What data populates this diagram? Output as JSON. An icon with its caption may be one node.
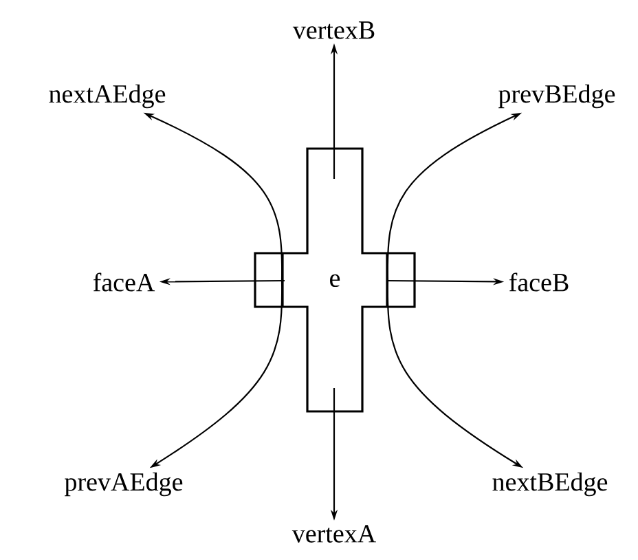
{
  "diagram": {
    "nodes": [
      {
        "text": [
          "vertexB"
        ]
      },
      {
        "text": [
          "nextAEdge"
        ]
      },
      {
        "text": [
          "prevBEdge"
        ]
      },
      {
        "text": [
          "faceA"
        ]
      },
      {
        "text": [
          "e"
        ]
      },
      {
        "text": [
          "faceB"
        ]
      },
      {
        "text": [
          "prevAEdge"
        ]
      },
      {
        "text": [
          "nextBEdge"
        ]
      },
      {
        "text": [
          "vertexA"
        ]
      }
    ],
    "edges": [
      {
        "from": 4,
        "to": 0,
        "arrow": "to"
      },
      {
        "from": 4,
        "to": 1,
        "arrow": "to"
      },
      {
        "from": 4,
        "to": 2,
        "arrow": "to"
      },
      {
        "from": 4,
        "to": 3,
        "arrow": "to"
      },
      {
        "from": 4,
        "to": 5,
        "arrow": "to"
      },
      {
        "from": 4,
        "to": 6,
        "arrow": "to"
      },
      {
        "from": 4,
        "to": 7,
        "arrow": "to"
      },
      {
        "from": 4,
        "to": 8,
        "arrow": "to"
      }
    ]
  }
}
